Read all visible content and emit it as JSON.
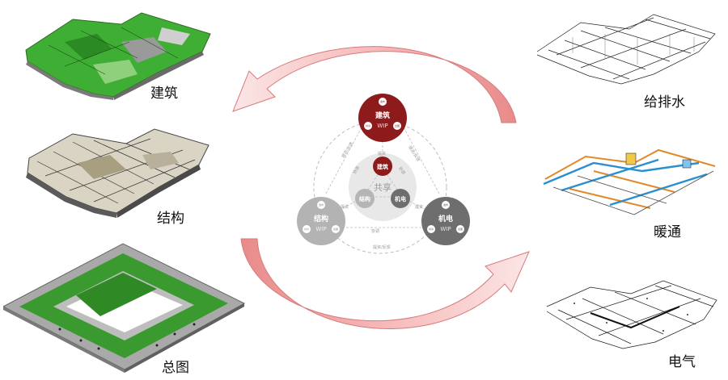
{
  "models_left": [
    {
      "label": "建筑"
    },
    {
      "label": "结构"
    },
    {
      "label": "总图"
    }
  ],
  "models_right": [
    {
      "label": "给排水"
    },
    {
      "label": "暖通"
    },
    {
      "label": "电气"
    }
  ],
  "center_diagram": {
    "top_node": {
      "title": "建筑",
      "sub": "WIP",
      "satellites": [
        "发布",
        "共享",
        "出图"
      ]
    },
    "left_node": {
      "title": "结构",
      "sub": "WIP",
      "satellites": [
        "发布",
        "共享",
        "出图"
      ]
    },
    "right_node": {
      "title": "机电",
      "sub": "WIP",
      "satellites": [
        "发布",
        "共享",
        "出图"
      ]
    },
    "shared_hub": {
      "label": "共享",
      "inner": [
        "建筑",
        "结构",
        "机电"
      ]
    },
    "edge_labels": [
      "提资",
      "提资",
      "提资",
      "协调",
      "协调",
      "协调",
      "提资/反馈",
      "提资/反馈",
      "提资/反馈"
    ]
  },
  "colors": {
    "arrow_fill": "#f7c8c8",
    "arrow_stroke": "#d87c7c",
    "top_node": "#8e1b1b",
    "left_node": "#b3b3b3",
    "right_node": "#6e6e6e",
    "green_model": "#4bb43a"
  }
}
